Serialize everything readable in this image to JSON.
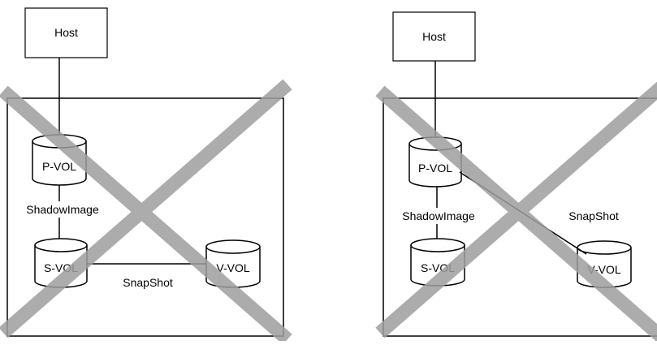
{
  "colors": {
    "stroke": "#000000",
    "cross": "#9e9e9e",
    "background": "#ffffff"
  },
  "left_diagram": {
    "host_label": "Host",
    "pvol_label": "P-VOL",
    "svol_label": "S-VOL",
    "vvol_label": "V-VOL",
    "shadowimage_label": "ShadowImage",
    "snapshot_label": "SnapShot"
  },
  "right_diagram": {
    "host_label": "Host",
    "pvol_label": "P-VOL",
    "svol_label": "S-VOL",
    "vvol_label": "V-VOL",
    "shadowimage_label": "ShadowImage",
    "snapshot_label": "SnapShot"
  }
}
